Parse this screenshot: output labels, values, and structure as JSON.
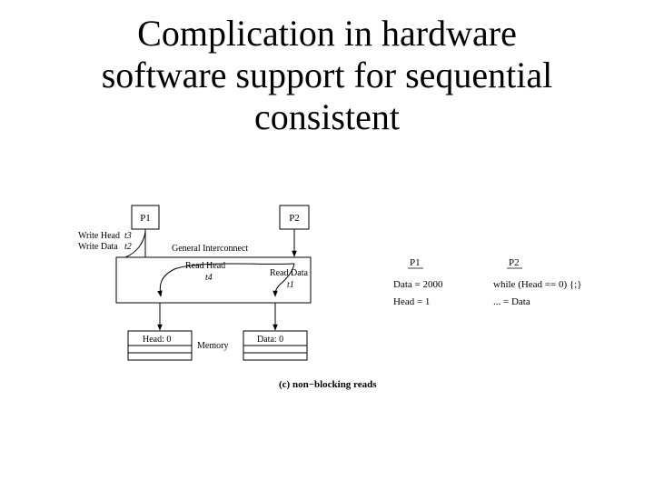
{
  "title_lines": [
    "Complication in hardware",
    "software support for sequential",
    "consistent"
  ],
  "diagram": {
    "p1": "P1",
    "p2": "P2",
    "write_head": "Write Head",
    "t3": "t3",
    "write_data": "Write Data",
    "t2": "t2",
    "interconnect": "General Interconnect",
    "read_head": "Read Head",
    "t4": "t4",
    "read_data": "Read Data",
    "t1": "t1",
    "mem_head": "Head: 0",
    "memory": "Memory",
    "mem_data": "Data: 0",
    "caption": "(c) non−blocking reads"
  },
  "code": {
    "p1_header": "P1",
    "p2_header": "P2",
    "p1_lines": [
      "Data = 2000",
      "Head = 1"
    ],
    "p2_lines": [
      "while (Head == 0) {;}",
      "... = Data"
    ]
  }
}
